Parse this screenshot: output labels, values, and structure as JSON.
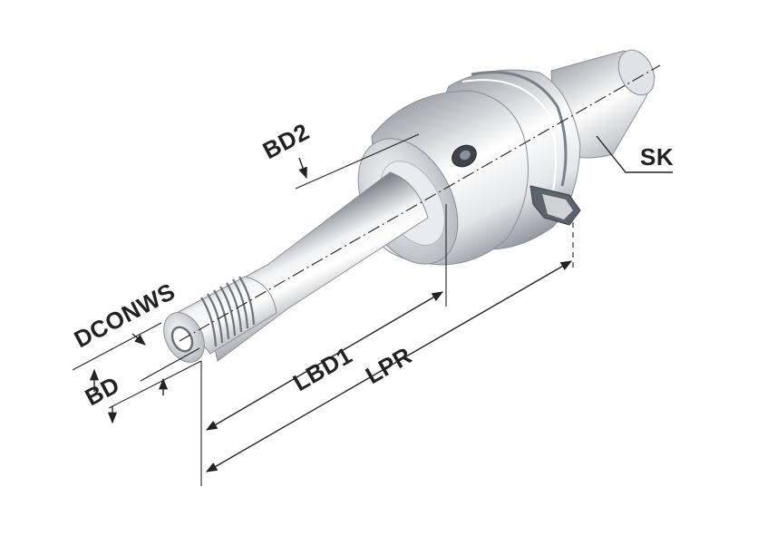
{
  "labels": {
    "bd2": "BD2",
    "sk": "SK",
    "dconws": "DCONWS",
    "bd": "BD",
    "lbd1": "LBD1",
    "lpr": "LPR"
  },
  "colors": {
    "metal_light": "#f4f5f7",
    "metal_mid": "#c9ccd1",
    "metal_dark": "#8d9299",
    "ink": "#222222"
  }
}
